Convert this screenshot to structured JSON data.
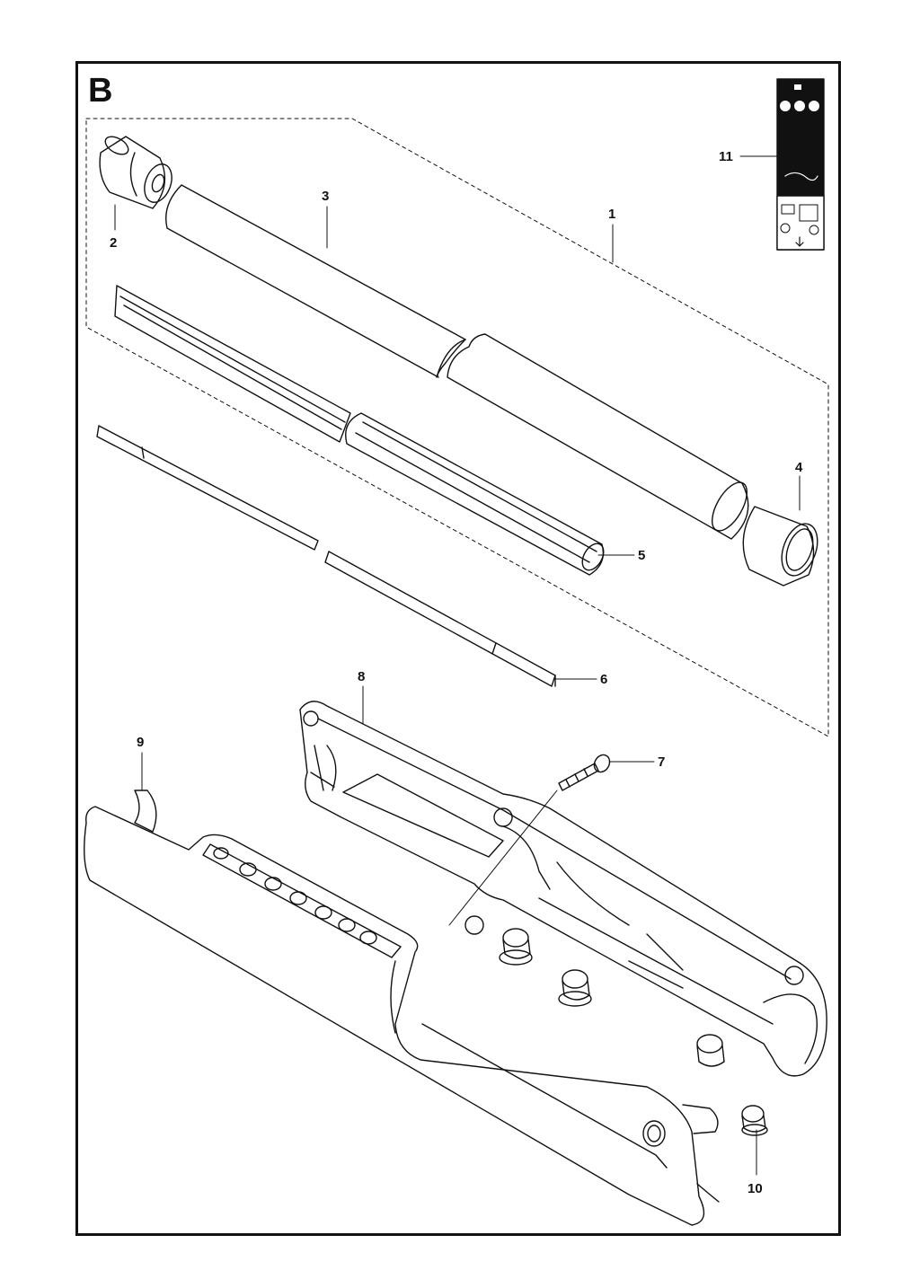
{
  "section": {
    "letter": "B"
  },
  "callouts": {
    "c1": "1",
    "c2": "2",
    "c3": "3",
    "c4": "4",
    "c5": "5",
    "c6": "6",
    "c7": "7",
    "c8": "8",
    "c9": "9",
    "c10": "10",
    "c11": "11"
  },
  "colors": {
    "line": "#111111",
    "background": "#ffffff",
    "decal": "#111111"
  }
}
